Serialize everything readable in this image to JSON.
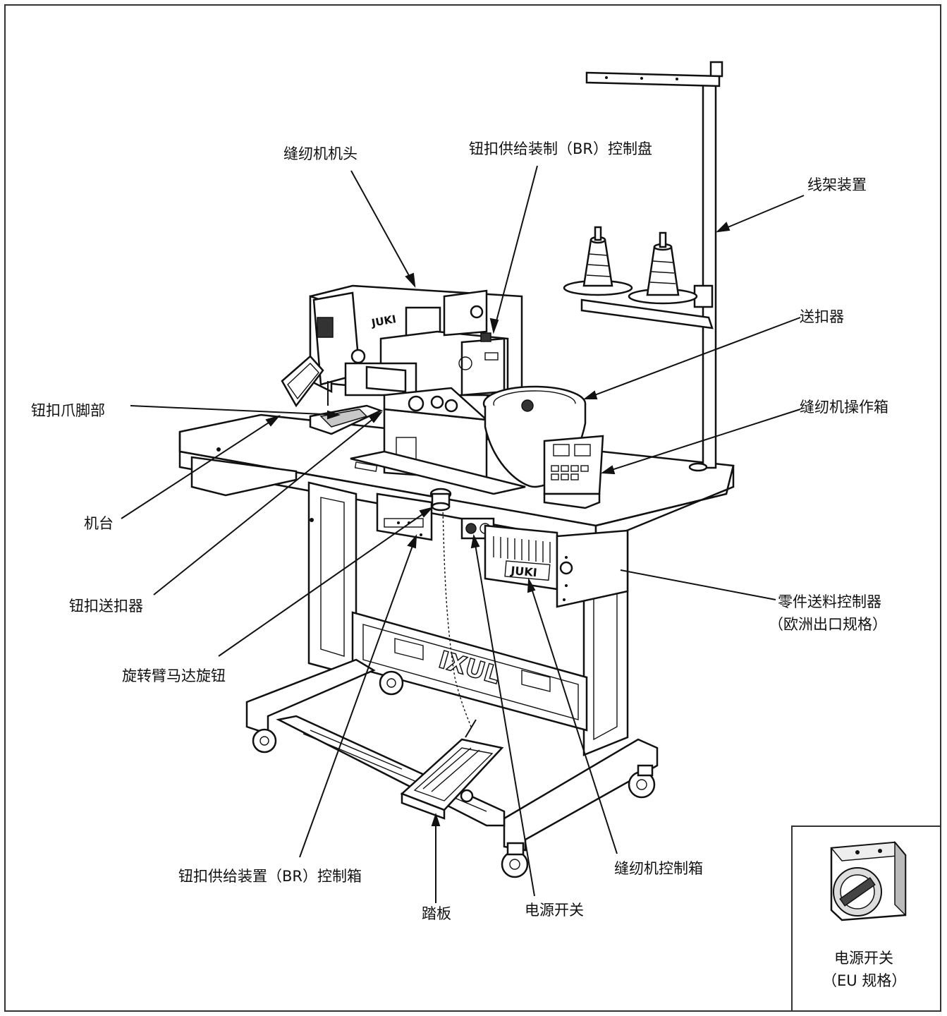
{
  "labels": {
    "machine_head": "缝纫机机头",
    "br_panel": "钮扣供给装制（BR）控制盘",
    "thread_stand": "线架装置",
    "button_feeder": "送扣器",
    "operation_box": "缝纫机操作箱",
    "clamp_foot": "钮扣爪脚部",
    "table": "机台",
    "button_transfer": "钮扣送扣器",
    "rotary_arm_knob": "旋转臂马达旋钮",
    "parts_controller_line1": "零件送料控制器",
    "parts_controller_line2": "（欧洲出口规格）",
    "br_control_box": "钮扣供给装置（BR）控制箱",
    "pedal": "踏板",
    "power_switch": "电源开关",
    "sewing_control_box": "缝纫机控制箱"
  },
  "inset": {
    "title": "电源开关",
    "subtitle": "（EU 规格）"
  },
  "machine_logo": "JUKI"
}
